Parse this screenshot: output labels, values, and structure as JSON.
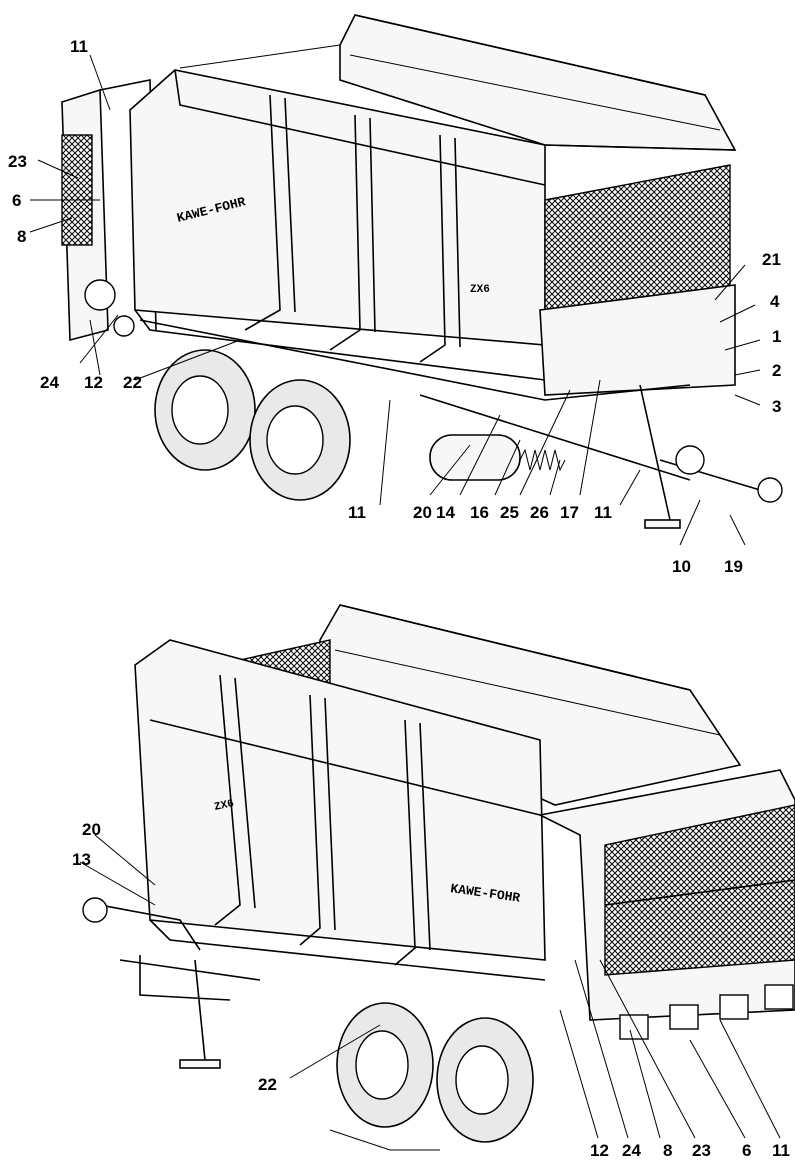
{
  "brand_badge_top": "KAWE-FOHR",
  "model_badge_top": "ZX6",
  "brand_badge_bottom": "KAWE-FOHR",
  "model_badge_bottom": "ZX6",
  "top_view_labels": [
    "11",
    "23",
    "6",
    "8",
    "24",
    "12",
    "22",
    "11",
    "20",
    "14",
    "16",
    "25",
    "26",
    "17",
    "11",
    "10",
    "19",
    "21",
    "4",
    "1",
    "2",
    "3"
  ],
  "bottom_view_labels": [
    "20",
    "13",
    "22",
    "12",
    "24",
    "8",
    "23",
    "6",
    "11"
  ]
}
